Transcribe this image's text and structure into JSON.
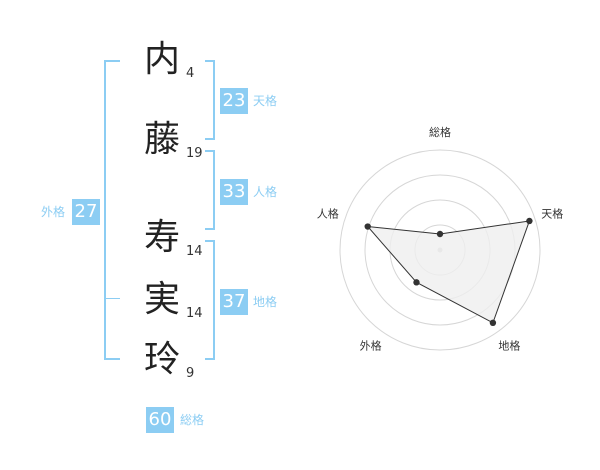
{
  "name": {
    "chars": [
      {
        "char": "内",
        "strokes": "4"
      },
      {
        "char": "藤",
        "strokes": "19"
      },
      {
        "char": "寿",
        "strokes": "14"
      },
      {
        "char": "実",
        "strokes": "14"
      },
      {
        "char": "玲",
        "strokes": "9"
      }
    ]
  },
  "grades": {
    "tenkaku": {
      "value": "23",
      "label": "天格"
    },
    "jinkaku": {
      "value": "33",
      "label": "人格"
    },
    "chikaku": {
      "value": "37",
      "label": "地格"
    },
    "gaikaku": {
      "value": "27",
      "label": "外格"
    },
    "soukaku": {
      "value": "60",
      "label": "総格"
    }
  },
  "colors": {
    "accent": "#8ccdf3",
    "radar_fill": "#efefef",
    "grid": "#d6d6d6",
    "line": "#333333"
  },
  "chart_data": {
    "type": "radar",
    "axes": [
      "総格",
      "天格",
      "地格",
      "外格",
      "人格"
    ],
    "max": 5,
    "rings": 4,
    "values": [
      0.8,
      4.7,
      4.5,
      2.0,
      3.8
    ]
  }
}
